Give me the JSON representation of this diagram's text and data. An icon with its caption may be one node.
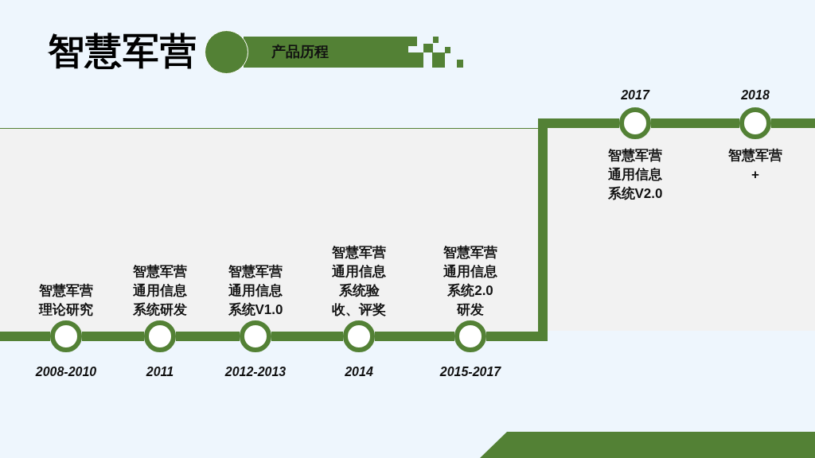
{
  "diagram": {
    "title": "智慧军营",
    "nodes": [
      {
        "text": [
          "产品历程"
        ]
      },
      {
        "text": [],
        "shape": "circle",
        "beside": [
          "2008-2010",
          "智慧军营理论研究"
        ]
      },
      {
        "text": [],
        "shape": "circle",
        "beside": [
          "2011",
          "智慧军营通用信息系统研发"
        ]
      },
      {
        "text": [],
        "shape": "circle",
        "beside": [
          "2012-2013",
          "智慧军营通用信息系统V1.0"
        ]
      },
      {
        "text": [],
        "shape": "circle",
        "beside": [
          "2014",
          "智慧军营通用信息系统验收、评奖"
        ]
      },
      {
        "text": [],
        "shape": "circle",
        "beside": [
          "2015-2017",
          "智慧军营通用信息系统2.0研发"
        ]
      },
      {
        "text": [],
        "shape": "circle",
        "beside": [
          "2017",
          "智慧军营通用信息系统V2.0"
        ]
      },
      {
        "text": [],
        "shape": "circle",
        "beside": [
          "2018",
          "智慧军营+"
        ]
      }
    ],
    "edges": [
      {
        "from": null,
        "to": 1,
        "arrow": "none"
      },
      {
        "from": 1,
        "to": 2,
        "arrow": "none"
      },
      {
        "from": 2,
        "to": 3,
        "arrow": "none"
      },
      {
        "from": 3,
        "to": 4,
        "arrow": "none"
      },
      {
        "from": 4,
        "to": 5,
        "arrow": "none"
      },
      {
        "from": 5,
        "to": 6,
        "arrow": "none"
      },
      {
        "from": 6,
        "to": 7,
        "arrow": "none"
      },
      {
        "from": 7,
        "to": null,
        "arrow": "none"
      }
    ]
  }
}
